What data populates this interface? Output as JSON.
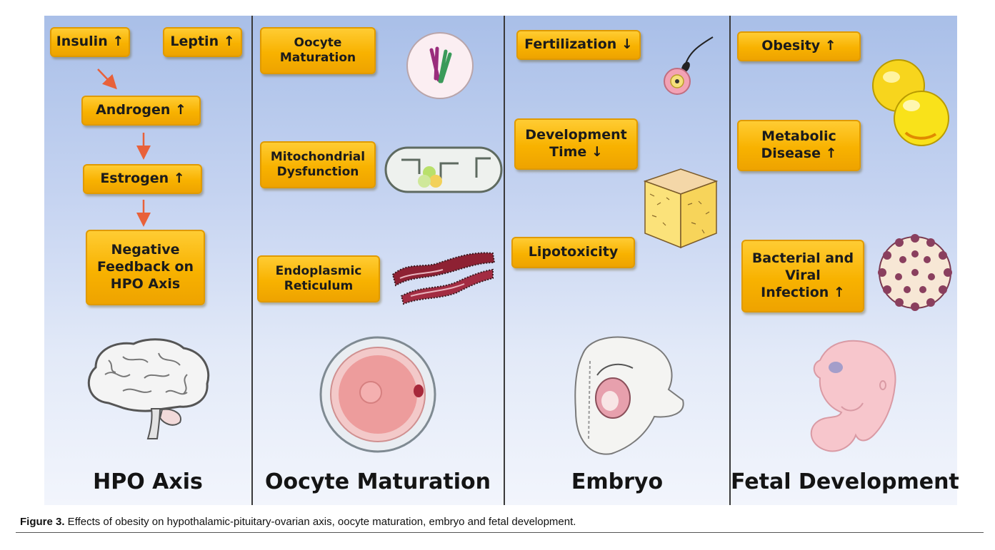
{
  "columns": {
    "hpo": {
      "title": "HPO Axis",
      "boxes": {
        "insulin": "Insulin ↑",
        "leptin": "Leptin ↑",
        "androgen": "Androgen ↑",
        "estrogen": "Estrogen ↑",
        "negative_feedback": "Negative\nFeedback on\nHPO Axis"
      }
    },
    "oocyte": {
      "title": "Oocyte Maturation",
      "boxes": {
        "oocyte_maturation": "Oocyte\nMaturation",
        "mitochondrial": "Mitochondrial\nDysfunction",
        "endoplasmic": "Endoplasmic\nReticulum"
      }
    },
    "embryo": {
      "title": "Embryo",
      "boxes": {
        "fertilization": "Fertilization ↓",
        "development_time": "Development\nTime ↓",
        "lipotoxicity": "Lipotoxicity"
      }
    },
    "fetal": {
      "title": "Fetal Development",
      "boxes": {
        "obesity": "Obesity ↑",
        "metabolic": "Metabolic\nDisease ↑",
        "infection": "Bacterial and\nViral\nInfection ↑"
      }
    }
  },
  "caption": {
    "label": "Figure 3.",
    "text": " Effects of obesity on hypothalamic-pituitary-ovarian axis, oocyte maturation, embryo and fetal development."
  },
  "colors": {
    "box_fill": "#f8b200",
    "box_border": "#e09a00",
    "arrow": "#e8613a",
    "divider": "#3a3a3a"
  },
  "icons": [
    "brain-icon",
    "cell-chromosome-icon",
    "mitochondrion-icon",
    "endoplasmic-reticulum-icon",
    "oocyte-icon",
    "sperm-egg-icon",
    "fat-tissue-icon",
    "embryo-icon",
    "fat-cells-icon",
    "virus-icon",
    "fetus-icon"
  ]
}
